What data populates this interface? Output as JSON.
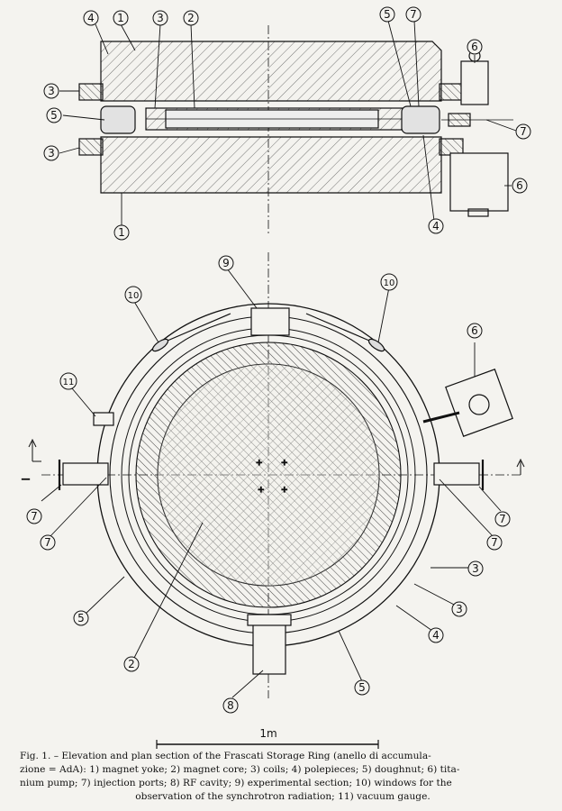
{
  "labels": {
    "l1": "1",
    "l2": "2",
    "l3": "3",
    "l4": "4",
    "l5": "5",
    "l6": "6",
    "l7": "7",
    "l8": "8",
    "l9": "9",
    "l10": "10",
    "l11": "11"
  },
  "scale_bar": {
    "label": "1m"
  },
  "caption": {
    "line1": "Fig. 1. – Elevation and plan section of the Frascati Storage Ring (anello di accumula-",
    "line2": "zione = AdA): 1) magnet yoke; 2) magnet core; 3) coils; 4) polepieces; 5) doughnut; 6) tita-",
    "line3": "nium pump; 7) injection ports; 8) RF cavity; 9) experimental section; 10) windows for the",
    "line4": "observation of the synchrotron radiation; 11) vacuum gauge."
  }
}
